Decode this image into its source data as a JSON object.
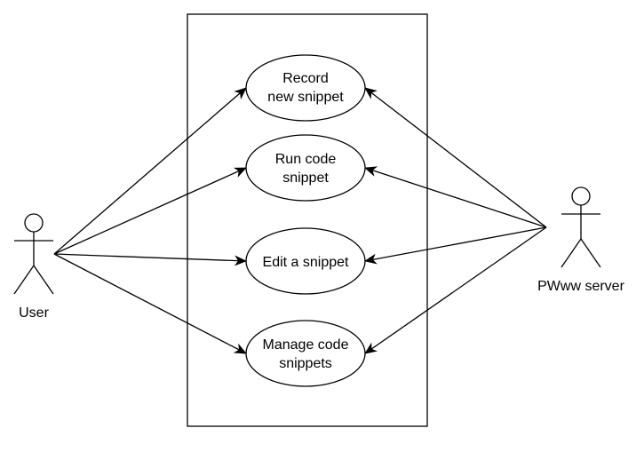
{
  "colors": {
    "stroke": "#000000",
    "fill": "#ffffff",
    "text": "#000000"
  },
  "actors": {
    "user": {
      "label": "User"
    },
    "server": {
      "label": "PWww server"
    }
  },
  "use_cases": [
    {
      "id": "record",
      "lines": [
        "Record",
        "new snippet"
      ]
    },
    {
      "id": "run",
      "lines": [
        "Run code",
        "snippet"
      ]
    },
    {
      "id": "edit",
      "lines": [
        "Edit a snippet"
      ]
    },
    {
      "id": "manage",
      "lines": [
        "Manage code",
        "snippets"
      ]
    }
  ],
  "associations": [
    {
      "from": "user",
      "to": "record"
    },
    {
      "from": "user",
      "to": "run"
    },
    {
      "from": "user",
      "to": "edit"
    },
    {
      "from": "user",
      "to": "manage"
    },
    {
      "from": "server",
      "to": "record"
    },
    {
      "from": "server",
      "to": "run"
    },
    {
      "from": "server",
      "to": "edit"
    },
    {
      "from": "server",
      "to": "manage"
    }
  ]
}
